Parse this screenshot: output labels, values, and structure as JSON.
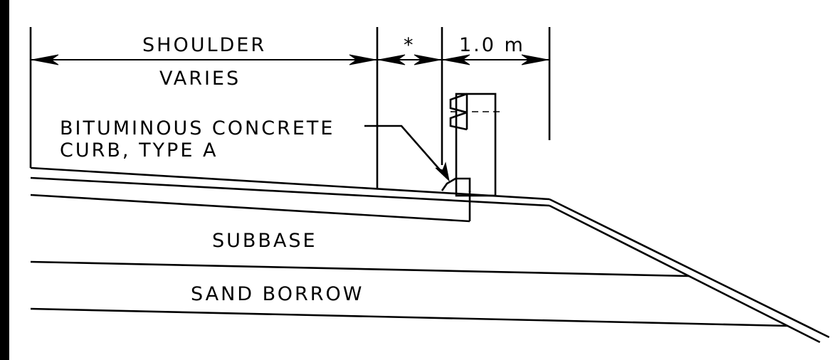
{
  "labels": {
    "shoulder": "SHOULDER",
    "varies": "VARIES",
    "asterisk": "*",
    "one_meter": "1.0 m",
    "curb_line1": "BITUMINOUS CONCRETE",
    "curb_line2": "CURB, TYPE A",
    "subbase": "SUBBASE",
    "sand_borrow": "SAND BORROW"
  }
}
